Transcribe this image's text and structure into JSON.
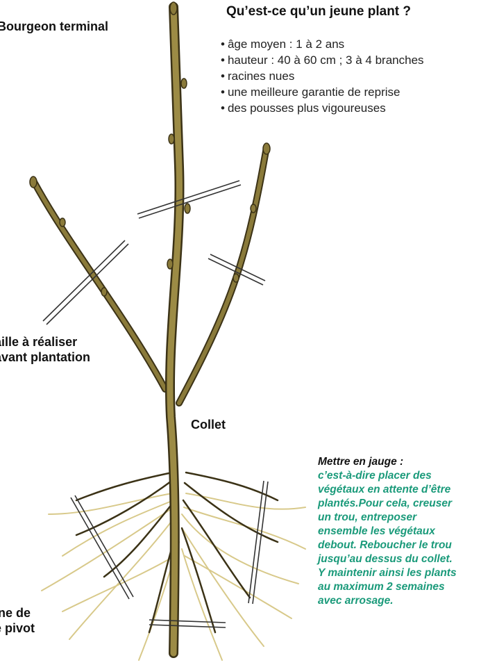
{
  "title": "Qu’est-ce qu’un jeune plant ?",
  "bullets": [
    "âge moyen : 1 à 2 ans",
    "hauteur : 40 à 60 cm ; 3 à 4 branches",
    "racines nues",
    "une meilleure garantie de reprise",
    "des pousses plus vigoureuses"
  ],
  "labels": {
    "bourgeon": "Bourgeon terminal",
    "taille_line1": "aille à réaliser",
    "taille_line2": "avant plantation",
    "collet": "Collet",
    "racine_line1": "ine de",
    "racine_line2": "e pivot"
  },
  "jauge": {
    "title": "Mettre en jauge :",
    "body": "c’est-à-dire placer des\nvégétaux en attente d’être\nplantés.Pour cela, creuser\nun trou, entreposer\nensemble les végétaux\ndebout. Reboucher le trou\njusqu’au dessus du collet.\nY maintenir ainsi les plants\nau maximum 2 semaines\navec arrosage."
  },
  "colors": {
    "bark": "#8a7a3a",
    "bark_dark": "#3b3216",
    "roots_light": "#d8c98a",
    "accent_text": "#1a9a7a"
  }
}
